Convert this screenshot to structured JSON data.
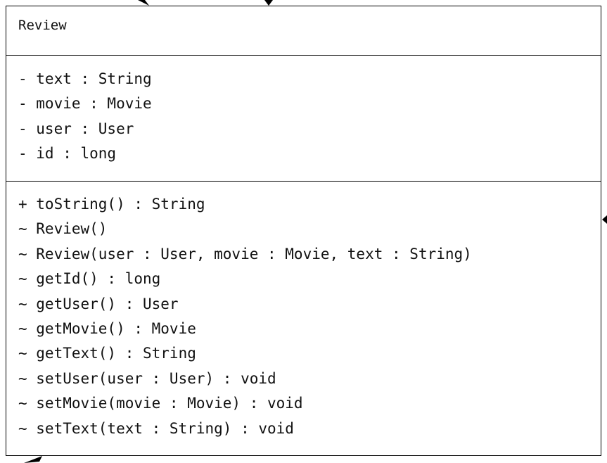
{
  "class": {
    "name": "Review",
    "attributes": [
      "- text : String",
      "- movie : Movie",
      "- user : User",
      "- id : long"
    ],
    "operations": [
      "+ toString() : String",
      "~ Review()",
      "~ Review(user : User, movie : Movie, text : String)",
      "~ getId() : long",
      "~ getUser() : User",
      "~ getMovie() : Movie",
      "~ getText() : String",
      "~ setUser(user : User) : void",
      "~ setMovie(movie : Movie) : void",
      "~ setText(text : String) : void"
    ]
  },
  "colors": {
    "border": "#000000",
    "text": "#111111",
    "background": "#ffffff"
  }
}
